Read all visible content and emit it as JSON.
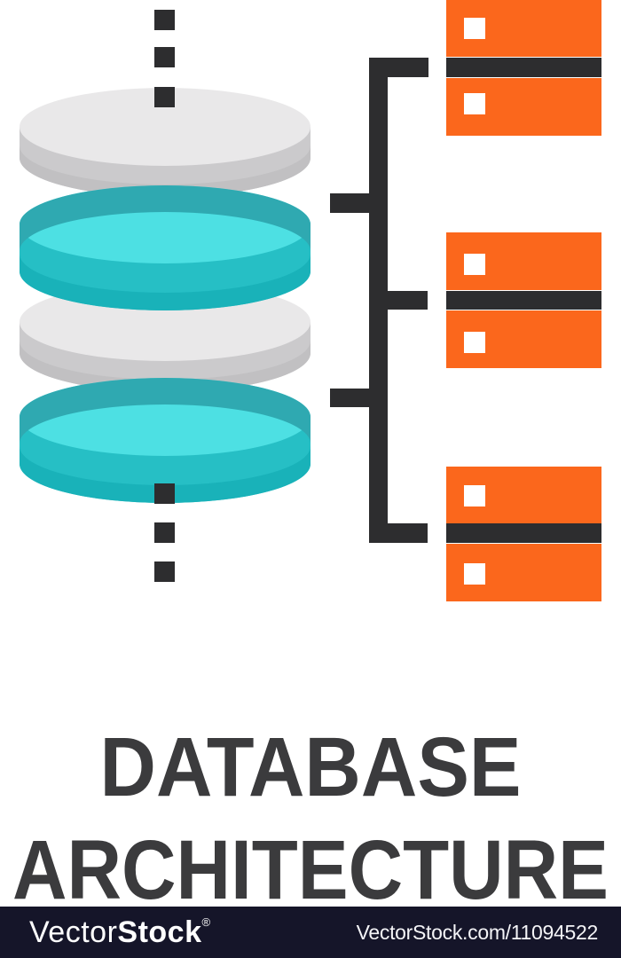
{
  "title": {
    "line1": "DATABASE",
    "line2": "ARCHITECTURE",
    "color": "#3B3B3D"
  },
  "watermark_bar": {
    "background": "#151529",
    "brand": {
      "light": "Vector",
      "bold": "Stock",
      "registered_mark": "®"
    },
    "image_url_label": "VectorStock.com/11094522",
    "text_color": "#FFFFFF"
  },
  "icon": {
    "subject": "database architecture",
    "colors": {
      "ink": "#2D2D2F",
      "server_orange": "#FB671C",
      "server_led": "#FFFFFF",
      "gray_disk_top": "#E9E8E9",
      "gray_disk_side": "#CBCACC",
      "gray_disk_shadow": "#C1C0C2",
      "teal_disk_top": "#4DE0E3",
      "teal_disk_shade": "#2FA9B1",
      "teal_disk_side": "#26BFC5",
      "teal_disk_shadow": "#19B2B9"
    },
    "database_stack": {
      "disk_count": 4,
      "disk_colors_top_to_bottom": [
        "gray",
        "teal",
        "gray",
        "teal"
      ]
    },
    "server_rack_count": 3,
    "server_units_per_rack": 2,
    "dotted_axis_dot_count": 6
  }
}
